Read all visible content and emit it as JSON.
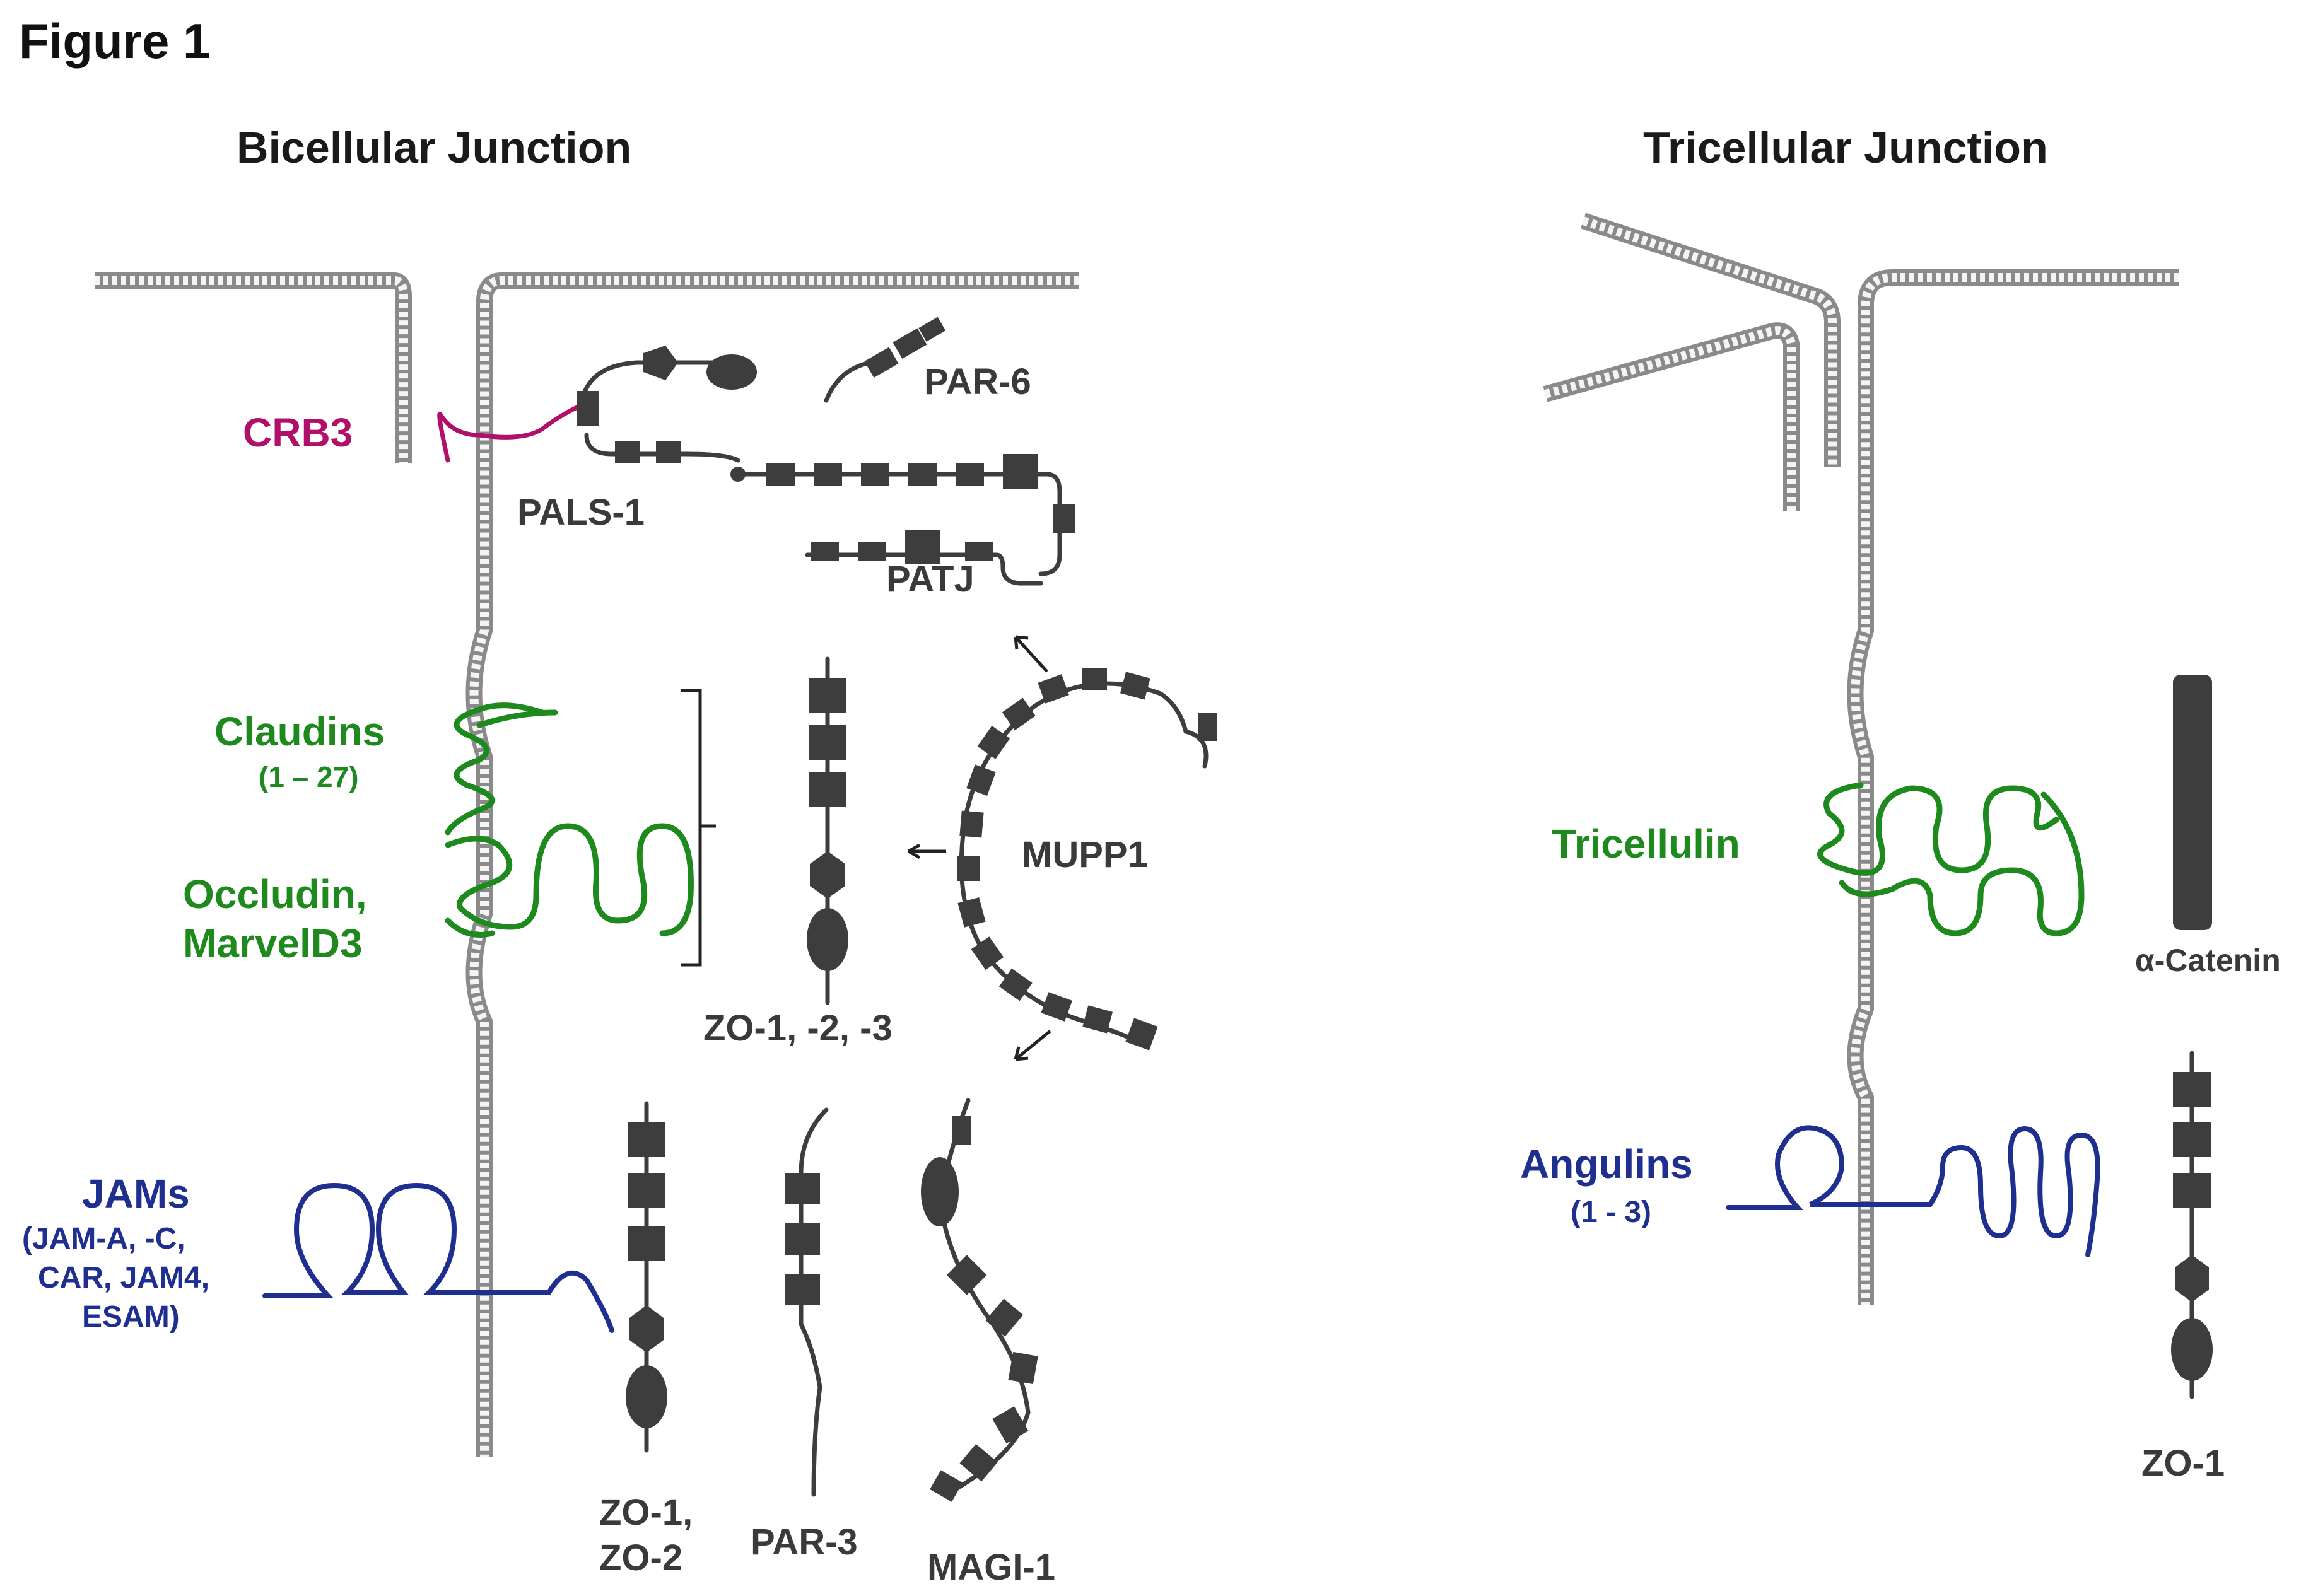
{
  "figure_title": "Figure 1",
  "panels": {
    "bicellular": {
      "title": "Bicellular Junction"
    },
    "tricellular": {
      "title": "Tricellular Junction"
    }
  },
  "labels": {
    "crb3": "CRB3",
    "pals1": "PALS-1",
    "par6": "PAR-6",
    "patj": "PATJ",
    "claudins": "Claudins",
    "claudins_range": "(1 – 27)",
    "occludin": "Occludin,",
    "marveld3": "MarvelD3",
    "zo123": "ZO-1, -2, -3",
    "mupp1": "MUPP1",
    "jams": "JAMs",
    "jams_members": [
      "(JAM-A, -C,",
      "CAR, JAM4,",
      "ESAM)"
    ],
    "zo1_zo2": [
      "ZO-1,",
      "ZO-2"
    ],
    "par3": "PAR-3",
    "magi1": "MAGI-1",
    "tricellulin": "Tricellulin",
    "alpha_catenin": "α-Catenin",
    "angulins": "Angulins",
    "angulins_range": "(1 - 3)",
    "zo1": "ZO-1"
  },
  "colors": {
    "membrane": "#8a8a8a",
    "protein_dark": "#3d3d3d",
    "tight_junction_green": "#1e8a1e",
    "adhesion_blue": "#1f2f8f",
    "crb3_magenta": "#b0106a"
  }
}
